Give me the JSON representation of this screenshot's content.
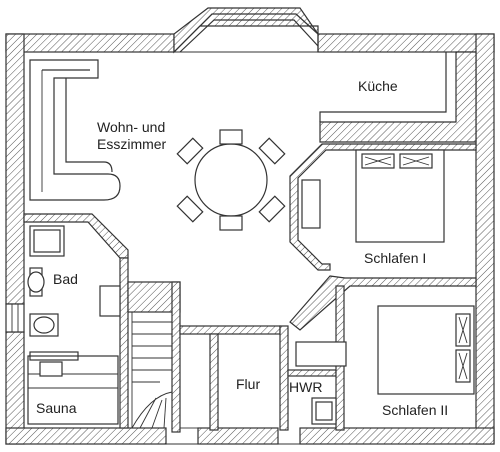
{
  "rooms": {
    "living": {
      "line1": "Wohn- und",
      "line2": "Esszimmer"
    },
    "kitchen": "Küche",
    "bedroom1": "Schlafen I",
    "bedroom2": "Schlafen II",
    "bath": "Bad",
    "sauna": "Sauna",
    "hall": "Flur",
    "utility": "HWR"
  }
}
